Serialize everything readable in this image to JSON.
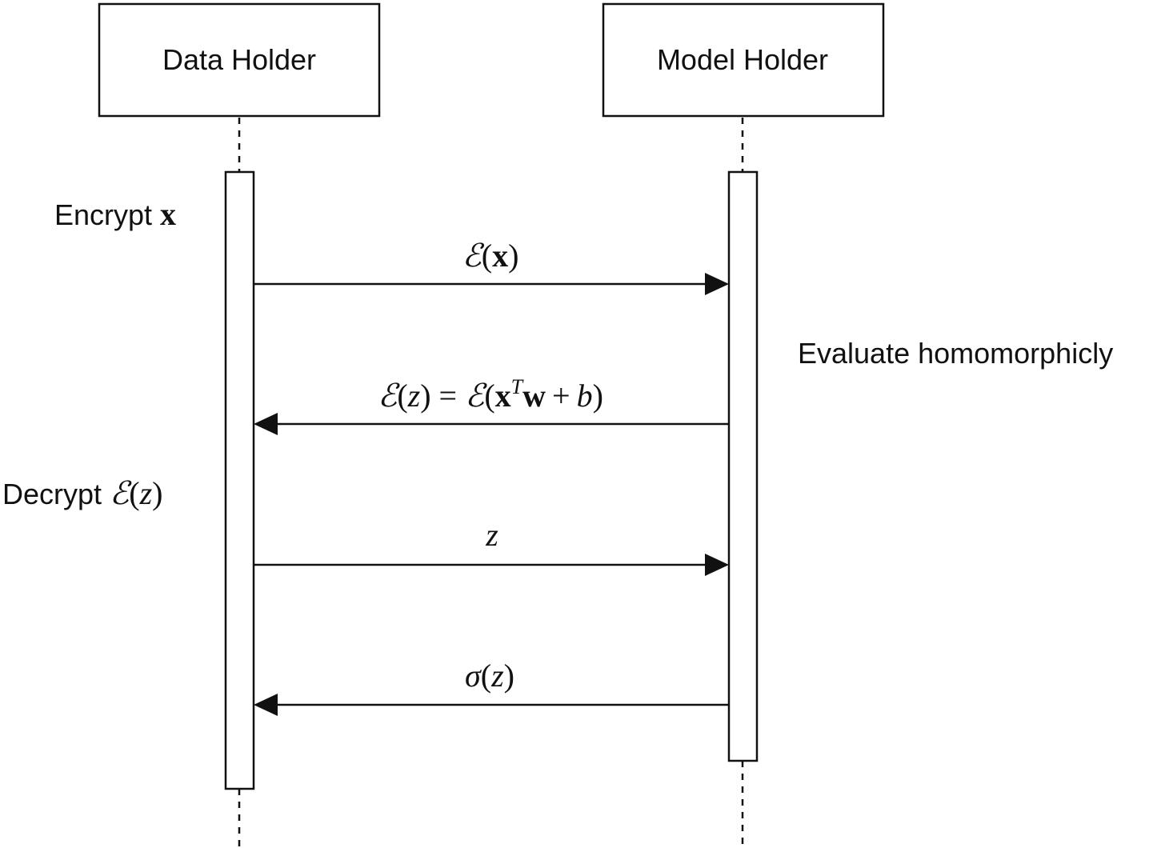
{
  "participants": [
    {
      "id": "data-holder",
      "label": "Data Holder"
    },
    {
      "id": "model-holder",
      "label": "Model Holder"
    }
  ],
  "notes": {
    "encrypt_prefix": "Encrypt ",
    "encrypt_var": "x",
    "decrypt_prefix": "Decrypt ",
    "evaluate": "Evaluate homomorphicly"
  },
  "math": {
    "enc": "ℰ",
    "lparen": "(",
    "rparen": ")",
    "x": "x",
    "z": "z",
    "eq": "=",
    "T": "T",
    "w": "w",
    "plus": "+",
    "b": "b",
    "sigma": "σ"
  },
  "messages": [
    {
      "id": "msg-enc-x",
      "direction": "right",
      "label": "ℰ(x)"
    },
    {
      "id": "msg-enc-z",
      "direction": "left",
      "label": "ℰ(z) = ℰ(xᵀw + b)"
    },
    {
      "id": "msg-z",
      "direction": "right",
      "label": "z"
    },
    {
      "id": "msg-sigma",
      "direction": "left",
      "label": "σ(z)"
    }
  ]
}
